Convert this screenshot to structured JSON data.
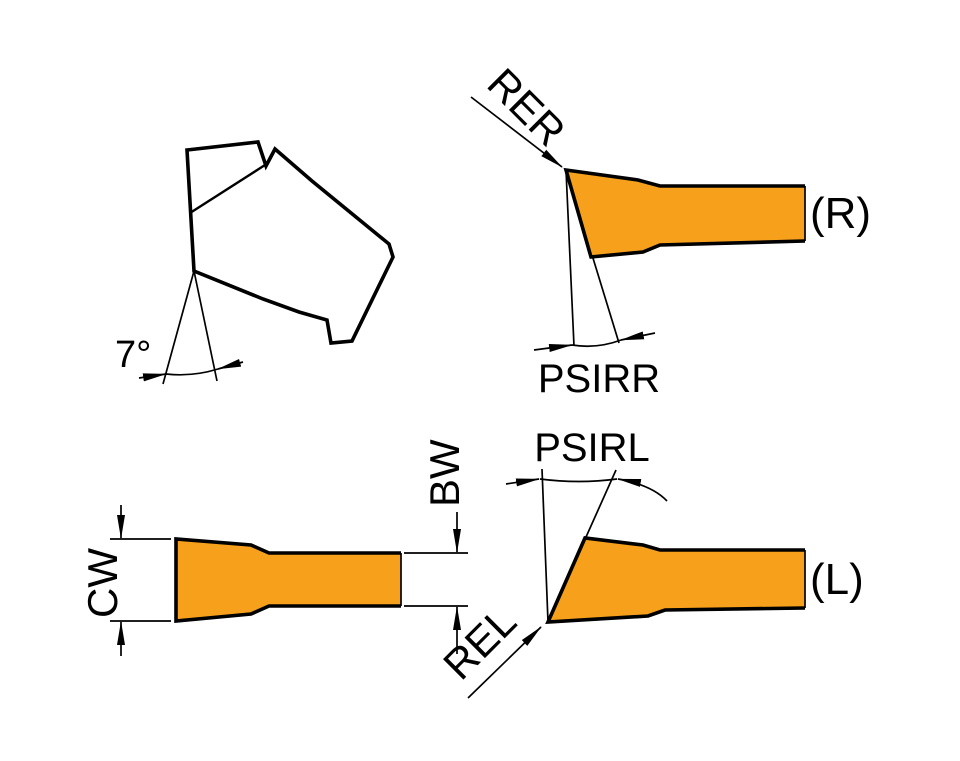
{
  "diagram": {
    "background_color": "#ffffff",
    "insert_fill_color": "#F6A01B",
    "outline_color": "#000000",
    "views": {
      "iso_view": {
        "angle_label": "7°"
      },
      "right_insert": {
        "corner_radius_label": "RER",
        "hand_label": "(R)",
        "approach_angle_label": "PSIRR"
      },
      "left_insert": {
        "corner_radius_label": "REL",
        "hand_label": "(L)",
        "approach_angle_label": "PSIRL"
      },
      "top_view": {
        "cutting_width_label": "CW",
        "body_width_label": "BW"
      }
    }
  }
}
